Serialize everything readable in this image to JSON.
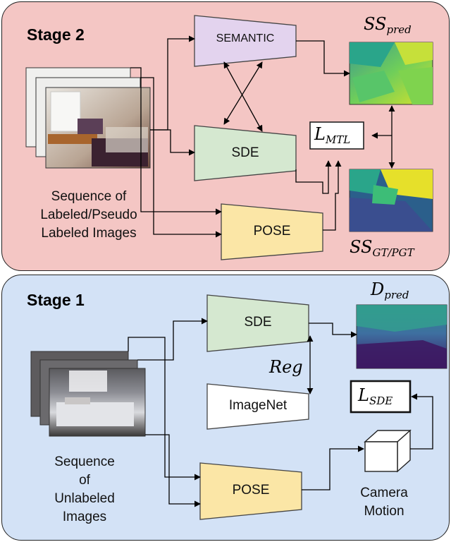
{
  "stage2": {
    "title": "Stage 2",
    "input_caption": [
      "Sequence of",
      "Labeled/Pseudo",
      "Labeled Images"
    ],
    "semantic_label": "SEMANTIC",
    "sde_label": "SDE",
    "pose_label": "POSE",
    "pred_label": "SS",
    "pred_sub": "pred",
    "gt_label": "SS",
    "gt_sub": "GT/PGT",
    "loss_label": "L",
    "loss_sub": "MTL"
  },
  "stage1": {
    "title": "Stage 1",
    "input_caption": [
      "Sequence",
      "of",
      "Unlabeled",
      "Images"
    ],
    "sde_label": "SDE",
    "imagenet_label": "ImageNet",
    "pose_label": "POSE",
    "reg_label": "Reg",
    "pred_label": "D",
    "pred_sub": "pred",
    "loss_label": "L",
    "loss_sub": "SDE",
    "camera_caption": [
      "Camera",
      "Motion"
    ]
  },
  "colors": {
    "stage2_bg": "#f4c6c4",
    "stage1_bg": "#d3e2f6",
    "semantic_fill": "#e3d3ee",
    "sde_fill": "#d5e8d0",
    "pose_fill": "#fbe6a6",
    "imagenet_fill": "#ffffff"
  },
  "icons": [
    "living-room-photo-stack",
    "bedroom-photo-stack",
    "segmentation-map",
    "depth-map",
    "camera-cube-icon"
  ]
}
